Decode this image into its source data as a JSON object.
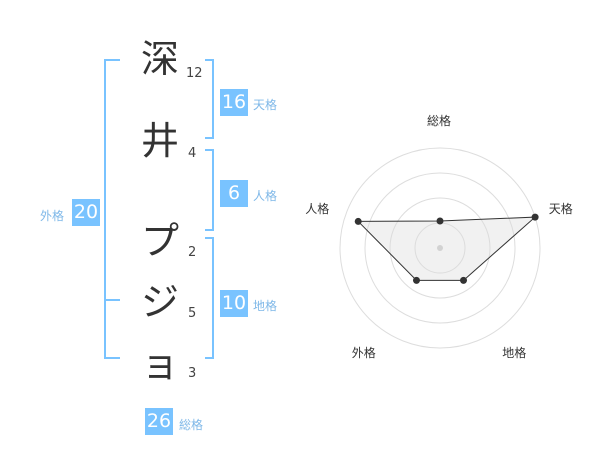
{
  "name_chars": [
    "深",
    "井",
    "プ",
    "ジ",
    "ョ"
  ],
  "stroke_counts": [
    "12",
    "4",
    "2",
    "5",
    "3"
  ],
  "kakusu": {
    "tenkaku": {
      "value": "16",
      "label": "天格"
    },
    "jinkaku": {
      "value": "6",
      "label": "人格"
    },
    "chikaku": {
      "value": "10",
      "label": "地格"
    },
    "gaikaku": {
      "value": "20",
      "label": "外格"
    },
    "soukaku": {
      "value": "26",
      "label": "総格"
    }
  },
  "colors": {
    "accent": "#79c3ff",
    "bracket": "#79c3ff",
    "label": "#7fb8e8"
  },
  "chart_data": {
    "type": "radar",
    "axes": [
      "総格",
      "天格",
      "地格",
      "外格",
      "人格"
    ],
    "values": [
      0.27,
      1.0,
      0.4,
      0.4,
      0.86
    ],
    "rings": 4
  }
}
